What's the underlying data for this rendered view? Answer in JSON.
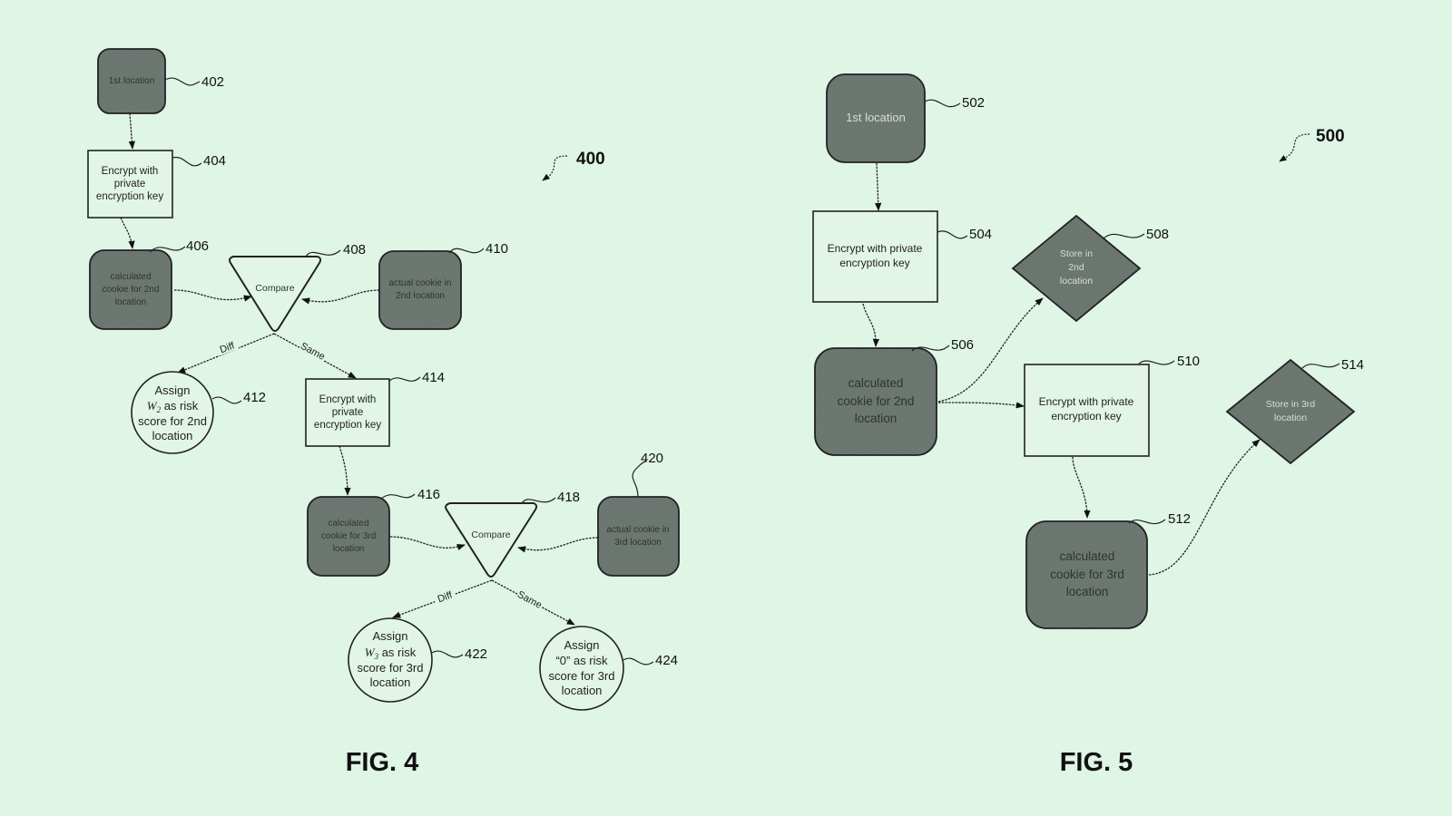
{
  "colors": {
    "background": "#dff5e6",
    "dark_node_fill": "#6f7a73",
    "stroke": "#222222"
  },
  "fig4": {
    "caption": "FIG. 4",
    "ref": "400",
    "nodes": {
      "n402": {
        "ref": "402",
        "shape": "rounded-rect-dark",
        "lines": [
          "1st location"
        ]
      },
      "n404": {
        "ref": "404",
        "shape": "rect",
        "lines": [
          "Encrypt with",
          "private",
          "encryption key"
        ]
      },
      "n406": {
        "ref": "406",
        "shape": "rounded-rect-dark",
        "lines": [
          "calculated",
          "cookie for 2nd",
          "location"
        ]
      },
      "n408": {
        "ref": "408",
        "shape": "triangle",
        "lines": [
          "Compare"
        ]
      },
      "n410": {
        "ref": "410",
        "shape": "rounded-rect-dark",
        "lines": [
          "actual cookie in",
          "2nd location"
        ]
      },
      "n412": {
        "ref": "412",
        "shape": "circle",
        "lines": [
          "Assign",
          "W2 as risk",
          "score for 2nd",
          "location"
        ],
        "var": "W",
        "sub": "2",
        "after_var": " as risk"
      },
      "n414": {
        "ref": "414",
        "shape": "rect",
        "lines": [
          "Encrypt with",
          "private",
          "encryption key"
        ]
      },
      "n416": {
        "ref": "416",
        "shape": "rounded-rect-dark",
        "lines": [
          "calculated",
          "cookie for 3rd",
          "location"
        ]
      },
      "n418": {
        "ref": "418",
        "shape": "triangle",
        "lines": [
          "Compare"
        ]
      },
      "n420": {
        "ref": "420",
        "shape": "rounded-rect-dark",
        "lines": [
          "actual cookie in",
          "3rd location"
        ]
      },
      "n422": {
        "ref": "422",
        "shape": "circle",
        "lines": [
          "Assign",
          "W3 as risk",
          "score for 3rd",
          "location"
        ],
        "var": "W",
        "sub": "3",
        "after_var": " as risk"
      },
      "n424": {
        "ref": "424",
        "shape": "circle",
        "lines": [
          "Assign",
          "“0” as risk",
          "score for 3rd",
          "location"
        ]
      }
    },
    "edges": [
      {
        "from": "402",
        "to": "404",
        "label": ""
      },
      {
        "from": "404",
        "to": "406",
        "label": ""
      },
      {
        "from": "406",
        "to": "408",
        "label": ""
      },
      {
        "from": "410",
        "to": "408",
        "label": ""
      },
      {
        "from": "408",
        "to": "412",
        "label": "Diff"
      },
      {
        "from": "408",
        "to": "414",
        "label": "Same"
      },
      {
        "from": "414",
        "to": "416",
        "label": ""
      },
      {
        "from": "416",
        "to": "418",
        "label": ""
      },
      {
        "from": "420",
        "to": "418",
        "label": ""
      },
      {
        "from": "418",
        "to": "422",
        "label": "Diff"
      },
      {
        "from": "418",
        "to": "424",
        "label": "Same"
      }
    ]
  },
  "fig5": {
    "caption": "FIG. 5",
    "ref": "500",
    "nodes": {
      "n502": {
        "ref": "502",
        "shape": "rounded-rect-dark",
        "lines": [
          "1st location"
        ]
      },
      "n504": {
        "ref": "504",
        "shape": "rect",
        "lines": [
          "Encrypt with private",
          "encryption key"
        ]
      },
      "n506": {
        "ref": "506",
        "shape": "rounded-rect-dark",
        "lines": [
          "calculated",
          "cookie for 2nd",
          "location"
        ]
      },
      "n508": {
        "ref": "508",
        "shape": "diamond",
        "lines": [
          "Store in",
          "2nd",
          "location"
        ]
      },
      "n510": {
        "ref": "510",
        "shape": "rect",
        "lines": [
          "Encrypt with private",
          "encryption key"
        ]
      },
      "n512": {
        "ref": "512",
        "shape": "rounded-rect-dark",
        "lines": [
          "calculated",
          "cookie for 3rd",
          "location"
        ]
      },
      "n514": {
        "ref": "514",
        "shape": "diamond",
        "lines": [
          "Store in 3rd",
          "location"
        ]
      }
    },
    "edges": [
      {
        "from": "502",
        "to": "504"
      },
      {
        "from": "504",
        "to": "506"
      },
      {
        "from": "506",
        "to": "508"
      },
      {
        "from": "506",
        "to": "510"
      },
      {
        "from": "510",
        "to": "512"
      },
      {
        "from": "512",
        "to": "514"
      }
    ]
  },
  "edge_labels": {
    "diff": "Diff",
    "same": "Same"
  }
}
